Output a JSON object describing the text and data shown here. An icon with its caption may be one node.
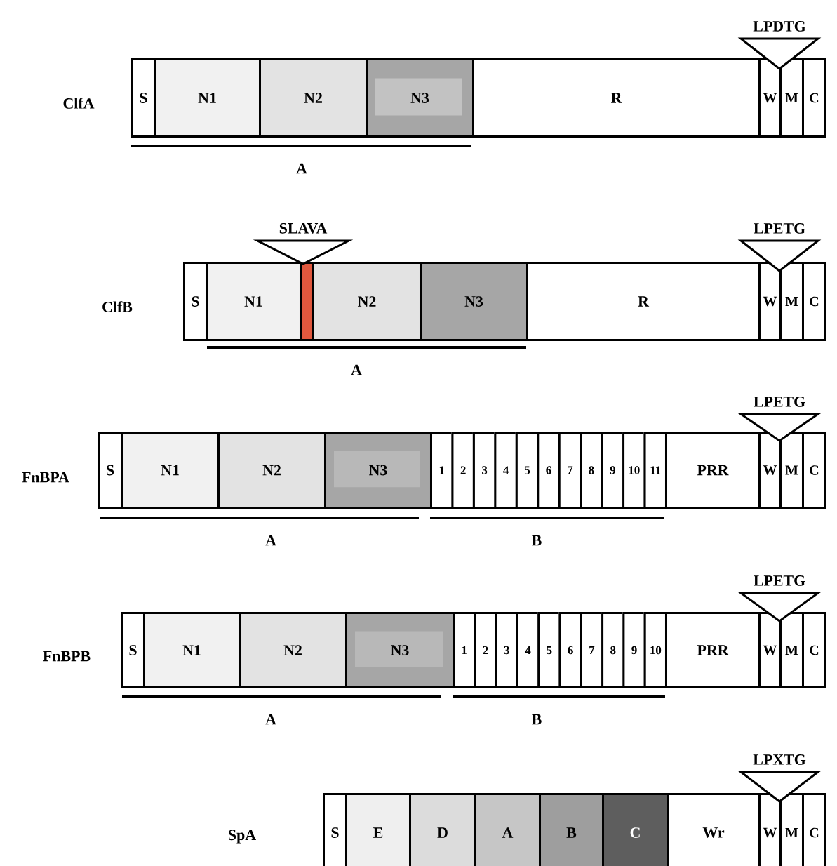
{
  "diagram": {
    "nodes": [
      {
        "text": [
          "LPDTG"
        ]
      },
      {
        "text": [
          "S"
        ]
      },
      {
        "text": [
          "N1"
        ]
      },
      {
        "text": [
          "N2"
        ]
      },
      {
        "text": [
          "N3"
        ]
      },
      {
        "text": [
          "R"
        ]
      },
      {
        "text": [
          "W"
        ]
      },
      {
        "text": [
          "M"
        ]
      },
      {
        "text": [
          "C"
        ]
      },
      {
        "text": [
          "SLAVA"
        ]
      },
      {
        "text": [
          "LPETG"
        ]
      },
      {
        "text": [
          "S"
        ]
      },
      {
        "text": [
          "N1"
        ]
      },
      {
        "text": [],
        "shape": "bar"
      },
      {
        "text": [
          "N2"
        ]
      },
      {
        "text": [
          "N3"
        ]
      },
      {
        "text": [
          "R"
        ]
      },
      {
        "text": [
          "W"
        ]
      },
      {
        "text": [
          "M"
        ]
      },
      {
        "text": [
          "C"
        ]
      },
      {
        "text": [
          "LPETG"
        ]
      },
      {
        "text": [
          "S"
        ]
      },
      {
        "text": [
          "N1"
        ]
      },
      {
        "text": [
          "N2"
        ]
      },
      {
        "text": [
          "N3"
        ]
      },
      {
        "text": [
          "1"
        ]
      },
      {
        "text": [
          "2"
        ]
      },
      {
        "text": [
          "3"
        ]
      },
      {
        "text": [
          "4"
        ]
      },
      {
        "text": [
          "5"
        ]
      },
      {
        "text": [
          "6"
        ]
      },
      {
        "text": [
          "7"
        ]
      },
      {
        "text": [
          "8"
        ]
      },
      {
        "text": [
          "9"
        ]
      },
      {
        "text": [
          "10"
        ]
      },
      {
        "text": [
          "11"
        ]
      },
      {
        "text": [
          "PRR"
        ]
      },
      {
        "text": [
          "W"
        ]
      },
      {
        "text": [
          "M"
        ]
      },
      {
        "text": [
          "C"
        ]
      },
      {
        "text": [
          "LPETG"
        ]
      },
      {
        "text": [
          "S"
        ]
      },
      {
        "text": [
          "N1"
        ]
      },
      {
        "text": [
          "N2"
        ]
      },
      {
        "text": [
          "N3"
        ]
      },
      {
        "text": [
          "1"
        ]
      },
      {
        "text": [
          "2"
        ]
      },
      {
        "text": [
          "3"
        ]
      },
      {
        "text": [
          "4"
        ]
      },
      {
        "text": [
          "5"
        ]
      },
      {
        "text": [
          "6"
        ]
      },
      {
        "text": [
          "7"
        ]
      },
      {
        "text": [
          "8"
        ]
      },
      {
        "text": [
          "9"
        ]
      },
      {
        "text": [
          "10"
        ]
      },
      {
        "text": [
          "PRR"
        ]
      },
      {
        "text": [
          "W"
        ]
      },
      {
        "text": [
          "M"
        ]
      },
      {
        "text": [
          "C"
        ]
      },
      {
        "text": [
          "LPXTG"
        ]
      },
      {
        "text": [
          "S"
        ]
      },
      {
        "text": [
          "E"
        ]
      },
      {
        "text": [
          "D"
        ]
      },
      {
        "text": [
          "A"
        ]
      },
      {
        "text": [
          "B"
        ]
      },
      {
        "text": [
          "C"
        ]
      },
      {
        "text": [
          "Wr"
        ]
      },
      {
        "text": [
          "W"
        ]
      },
      {
        "text": [
          "M"
        ]
      },
      {
        "text": [
          "C"
        ]
      }
    ],
    "labels": [
      "ClfA",
      "A",
      "ClfB",
      "A",
      "FnBPA",
      "A",
      "B",
      "FnBPB",
      "A",
      "B",
      "SpA"
    ]
  }
}
